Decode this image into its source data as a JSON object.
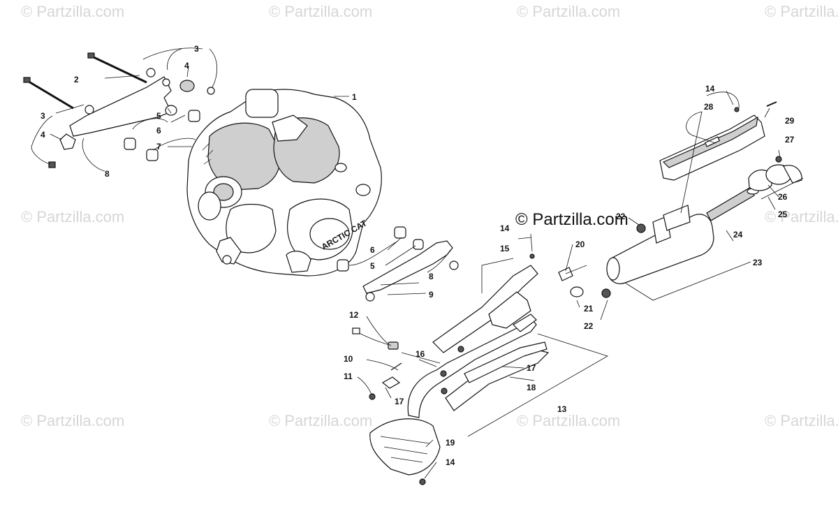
{
  "watermark": {
    "text": "© Partzilla.com",
    "center_text": "© Partzilla.com"
  },
  "engine_label": "ARCTIC CAT",
  "callouts": [
    {
      "id": "c1",
      "text": "1"
    },
    {
      "id": "c2",
      "text": "2"
    },
    {
      "id": "c3a",
      "text": "3"
    },
    {
      "id": "c3b",
      "text": "3"
    },
    {
      "id": "c4a",
      "text": "4"
    },
    {
      "id": "c4b",
      "text": "4"
    },
    {
      "id": "c5a",
      "text": "5"
    },
    {
      "id": "c5b",
      "text": "5"
    },
    {
      "id": "c6a",
      "text": "6"
    },
    {
      "id": "c6b",
      "text": "6"
    },
    {
      "id": "c7",
      "text": "7"
    },
    {
      "id": "c8a",
      "text": "8"
    },
    {
      "id": "c8b",
      "text": "8"
    },
    {
      "id": "c9",
      "text": "9"
    },
    {
      "id": "c10",
      "text": "10"
    },
    {
      "id": "c11",
      "text": "11"
    },
    {
      "id": "c12",
      "text": "12"
    },
    {
      "id": "c13",
      "text": "13"
    },
    {
      "id": "c14a",
      "text": "14"
    },
    {
      "id": "c14b",
      "text": "14"
    },
    {
      "id": "c14c",
      "text": "14"
    },
    {
      "id": "c15",
      "text": "15"
    },
    {
      "id": "c16",
      "text": "16"
    },
    {
      "id": "c17a",
      "text": "17"
    },
    {
      "id": "c17b",
      "text": "17"
    },
    {
      "id": "c18",
      "text": "18"
    },
    {
      "id": "c19",
      "text": "19"
    },
    {
      "id": "c20",
      "text": "20"
    },
    {
      "id": "c21",
      "text": "21"
    },
    {
      "id": "c22a",
      "text": "22"
    },
    {
      "id": "c22b",
      "text": "22"
    },
    {
      "id": "c23",
      "text": "23"
    },
    {
      "id": "c24",
      "text": "24"
    },
    {
      "id": "c25",
      "text": "25"
    },
    {
      "id": "c26",
      "text": "26"
    },
    {
      "id": "c27",
      "text": "27"
    },
    {
      "id": "c28",
      "text": "28"
    },
    {
      "id": "c29",
      "text": "29"
    }
  ]
}
